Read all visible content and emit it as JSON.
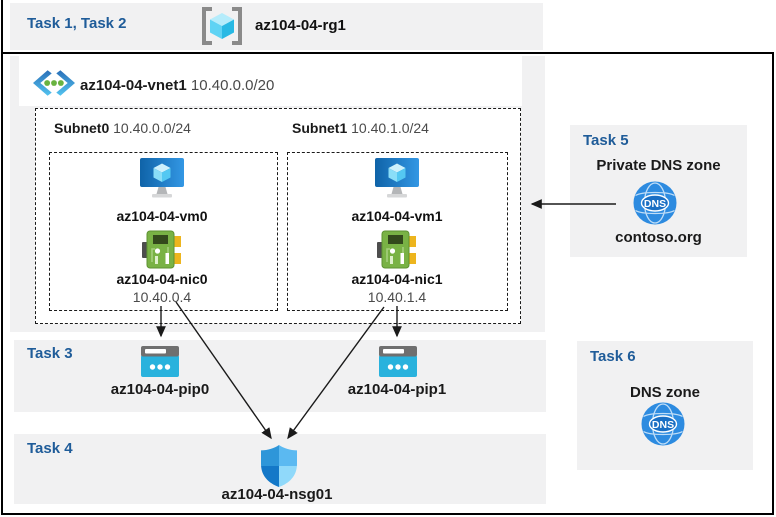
{
  "header": {
    "tasks_label": "Task 1, Task 2",
    "resource_group": "az104-04-rg1"
  },
  "vnet": {
    "name": "az104-04-vnet1",
    "cidr": "10.40.0.0/20",
    "subnets": [
      {
        "name": "Subnet0",
        "cidr": "10.40.0.0/24",
        "vm_name": "az104-04-vm0",
        "nic_name": "az104-04-nic0",
        "nic_ip": "10.40.0.4"
      },
      {
        "name": "Subnet1",
        "cidr": "10.40.1.0/24",
        "vm_name": "az104-04-vm1",
        "nic_name": "az104-04-nic1",
        "nic_ip": "10.40.1.4"
      }
    ]
  },
  "task3": {
    "label": "Task 3",
    "pip0": "az104-04-pip0",
    "pip1": "az104-04-pip1"
  },
  "task4": {
    "label": "Task 4",
    "nsg_name": "az104-04-nsg01"
  },
  "task5": {
    "label": "Task 5",
    "title": "Private DNS zone",
    "zone_name": "contoso.org",
    "dns_icon_text": "DNS"
  },
  "task6": {
    "label": "Task 6",
    "title": "DNS zone",
    "dns_icon_text": "DNS"
  },
  "colors": {
    "task_label_blue": "#1f5c99",
    "band_gray": "#f1f1f2",
    "dim_text": "#4a4a4a",
    "dns_blue": "#2d8be0",
    "nic_green": "#79b245",
    "pip_cyan": "#29b2dd",
    "vm_blue": "#2f93e0",
    "arrow_black": "#1a1a1a"
  }
}
